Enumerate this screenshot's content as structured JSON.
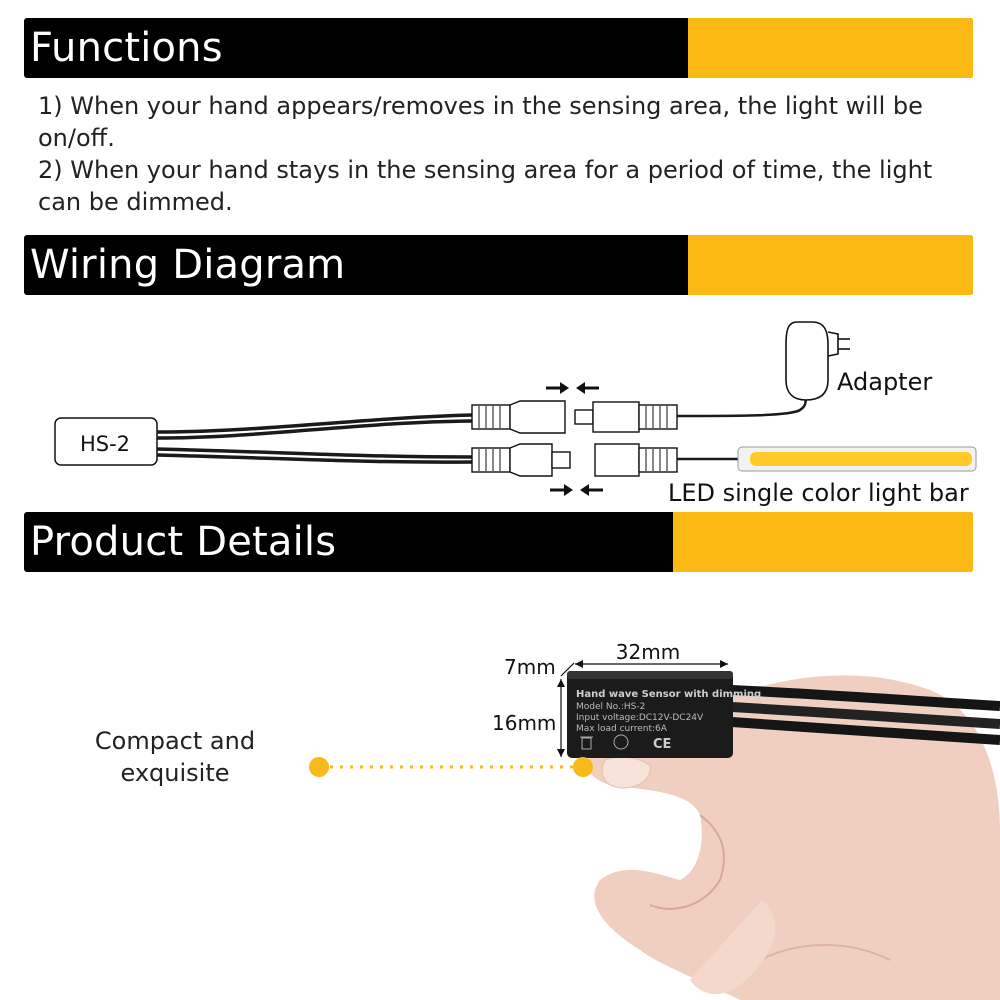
{
  "sections": {
    "functions": {
      "title": "Functions",
      "lines": [
        "1) When your hand appears/removes in the sensing area, the light will be on/off.",
        "2) When your hand stays in the sensing area for a period of time, the light can be dimmed."
      ]
    },
    "wiring": {
      "title": "Wiring Diagram",
      "sensor_label": "HS-2",
      "adapter_label": "Adapter",
      "light_bar_label": "LED single color light bar"
    },
    "details": {
      "title": "Product Details",
      "callout": "Compact and exquisite",
      "dimensions": {
        "width": "32mm",
        "depth": "7mm",
        "height": "16mm"
      },
      "device_text": {
        "name": "Hand wave Sensor with dimming",
        "model": "Model No.:HS-2",
        "voltage": "Input voltage:DC12V-DC24V",
        "current": "Max load current:6A",
        "ce": "CE"
      }
    }
  },
  "colors": {
    "banner": "#000000",
    "accent": "#FDB913",
    "dot": "#F7B91B",
    "led": "#FFC928",
    "wire": "#1a1a1a"
  }
}
